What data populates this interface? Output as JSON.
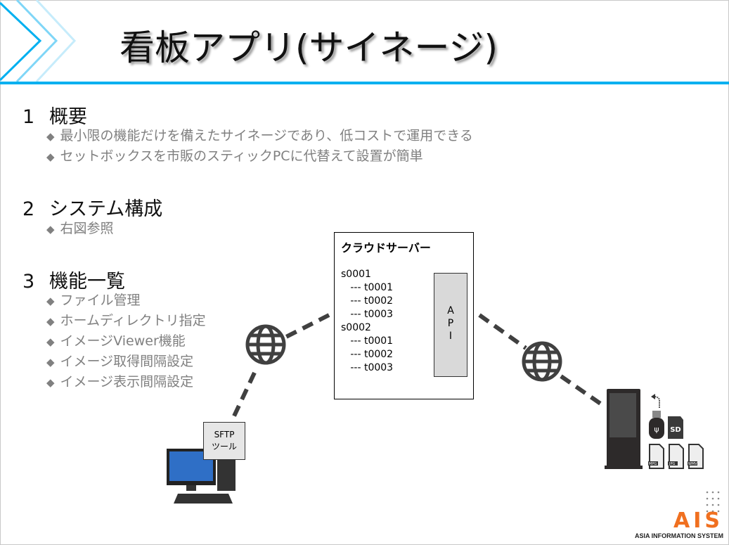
{
  "title": "看板アプリ(サイネージ)",
  "sections": [
    {
      "num": "1",
      "heading": "概要",
      "bullets": [
        "最小限の機能だけを備えたサイネージであり、低コストで運用できる",
        "セットボックスを市販のスティックPCに代替えて設置が簡単"
      ]
    },
    {
      "num": "2",
      "heading": "システム構成",
      "bullets": [
        "右図参照"
      ]
    },
    {
      "num": "3",
      "heading": "機能一覧",
      "bullets": [
        "ファイル管理",
        "ホームディレクトリ指定",
        "イメージViewer機能",
        "イメージ取得間隔設定",
        "イメージ表示間隔設定"
      ]
    }
  ],
  "diagram": {
    "cloud_title": "クラウドサーバー",
    "tree": "s0001\n   --- t0001\n   --- t0002\n   --- t0003\ns0002\n   --- t0001\n   --- t0002\n   --- t0003",
    "api_letters": [
      "A",
      "P",
      "I"
    ],
    "sftp_label": [
      "SFTP",
      "ツール"
    ],
    "sd_label": "SD",
    "file_labels": [
      "MPG",
      "JPG",
      "WMV"
    ]
  },
  "logo": {
    "text": "AIS",
    "subtitle": "ASIA INFORMATION SYSTEM",
    "color": "#f07020"
  },
  "accent": "#00b0f0"
}
